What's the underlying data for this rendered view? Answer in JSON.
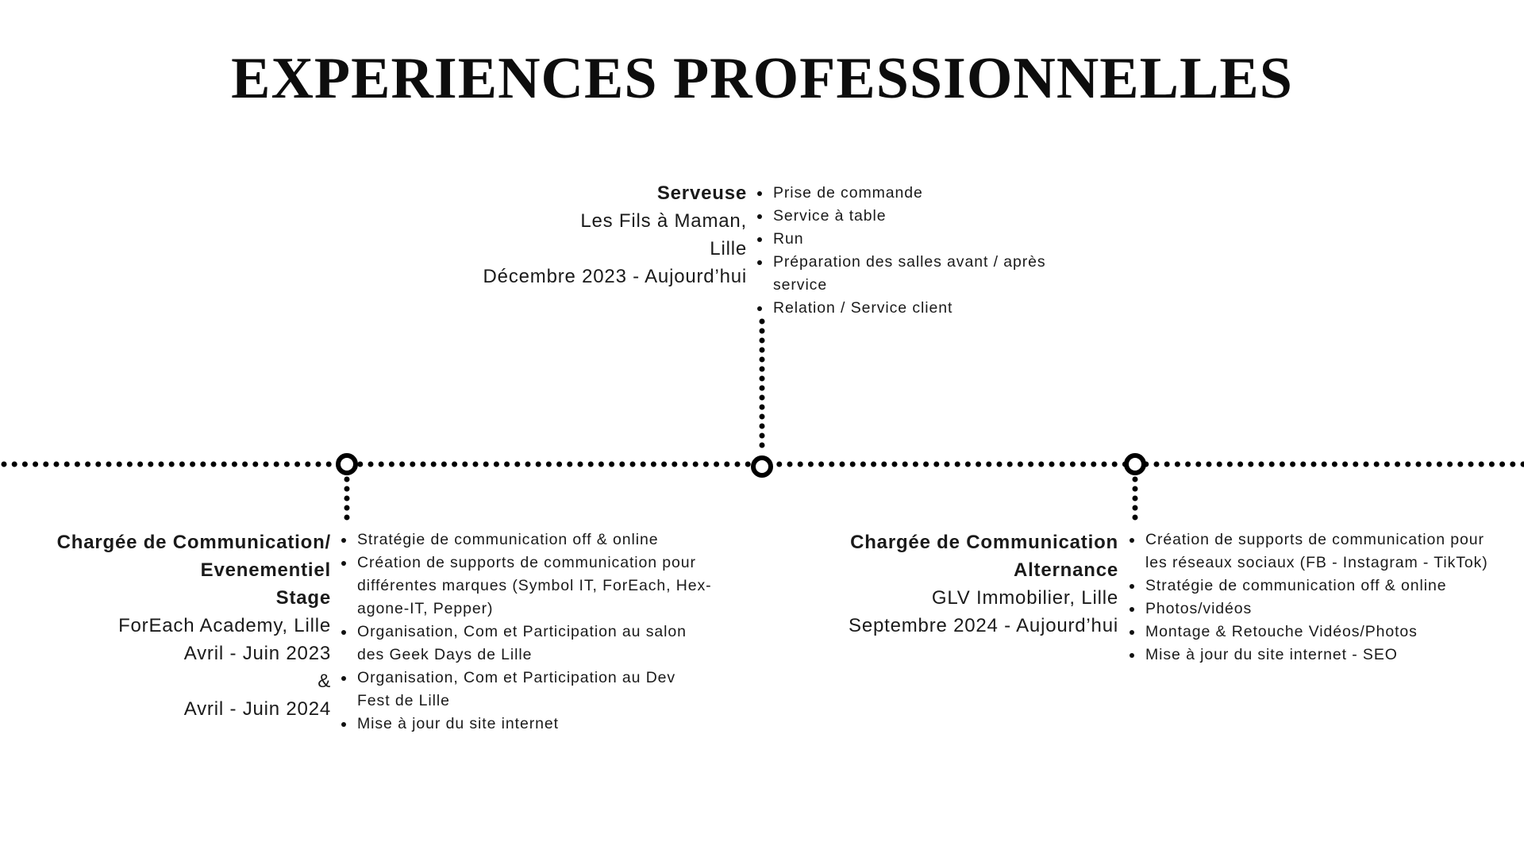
{
  "title": "EXPERIENCES PROFESSIONNELLES",
  "experiences": [
    {
      "role_lines": [
        "Serveuse"
      ],
      "detail_lines": [
        "Les Fils à Maman,",
        "Lille",
        "Décembre 2023 - Aujourd’hui"
      ],
      "tasks": [
        "Prise de commande",
        "Service à table",
        "Run",
        "Préparation des salles avant / après service",
        "Relation / Service client"
      ]
    },
    {
      "role_lines": [
        "Chargée de Communication/",
        "Evenementiel",
        "Stage"
      ],
      "detail_lines": [
        "ForEach Academy, Lille",
        "Avril - Juin 2023",
        "&",
        "Avril - Juin 2024"
      ],
      "tasks": [
        "Stratégie de communication off & online",
        "Création de supports de communication pour différentes marques (Symbol IT, ForEach, Hex-agone-IT, Pepper)",
        "Organisation, Com et Participation au salon des Geek Days de Lille",
        "Organisation, Com et Participation au Dev Fest de Lille",
        "Mise à jour du site internet"
      ]
    },
    {
      "role_lines": [
        "Chargée de Communication",
        "Alternance"
      ],
      "detail_lines": [
        "GLV Immobilier, Lille",
        "Septembre 2024 - Aujourd’hui"
      ],
      "tasks": [
        "Création de supports de communication pour les réseaux sociaux (FB - Instagram - TikTok)",
        "Stratégie de communication off & online",
        "Photos/vidéos",
        "Montage & Retouche Vidéos/Photos",
        "Mise à jour du site internet - SEO"
      ]
    }
  ]
}
